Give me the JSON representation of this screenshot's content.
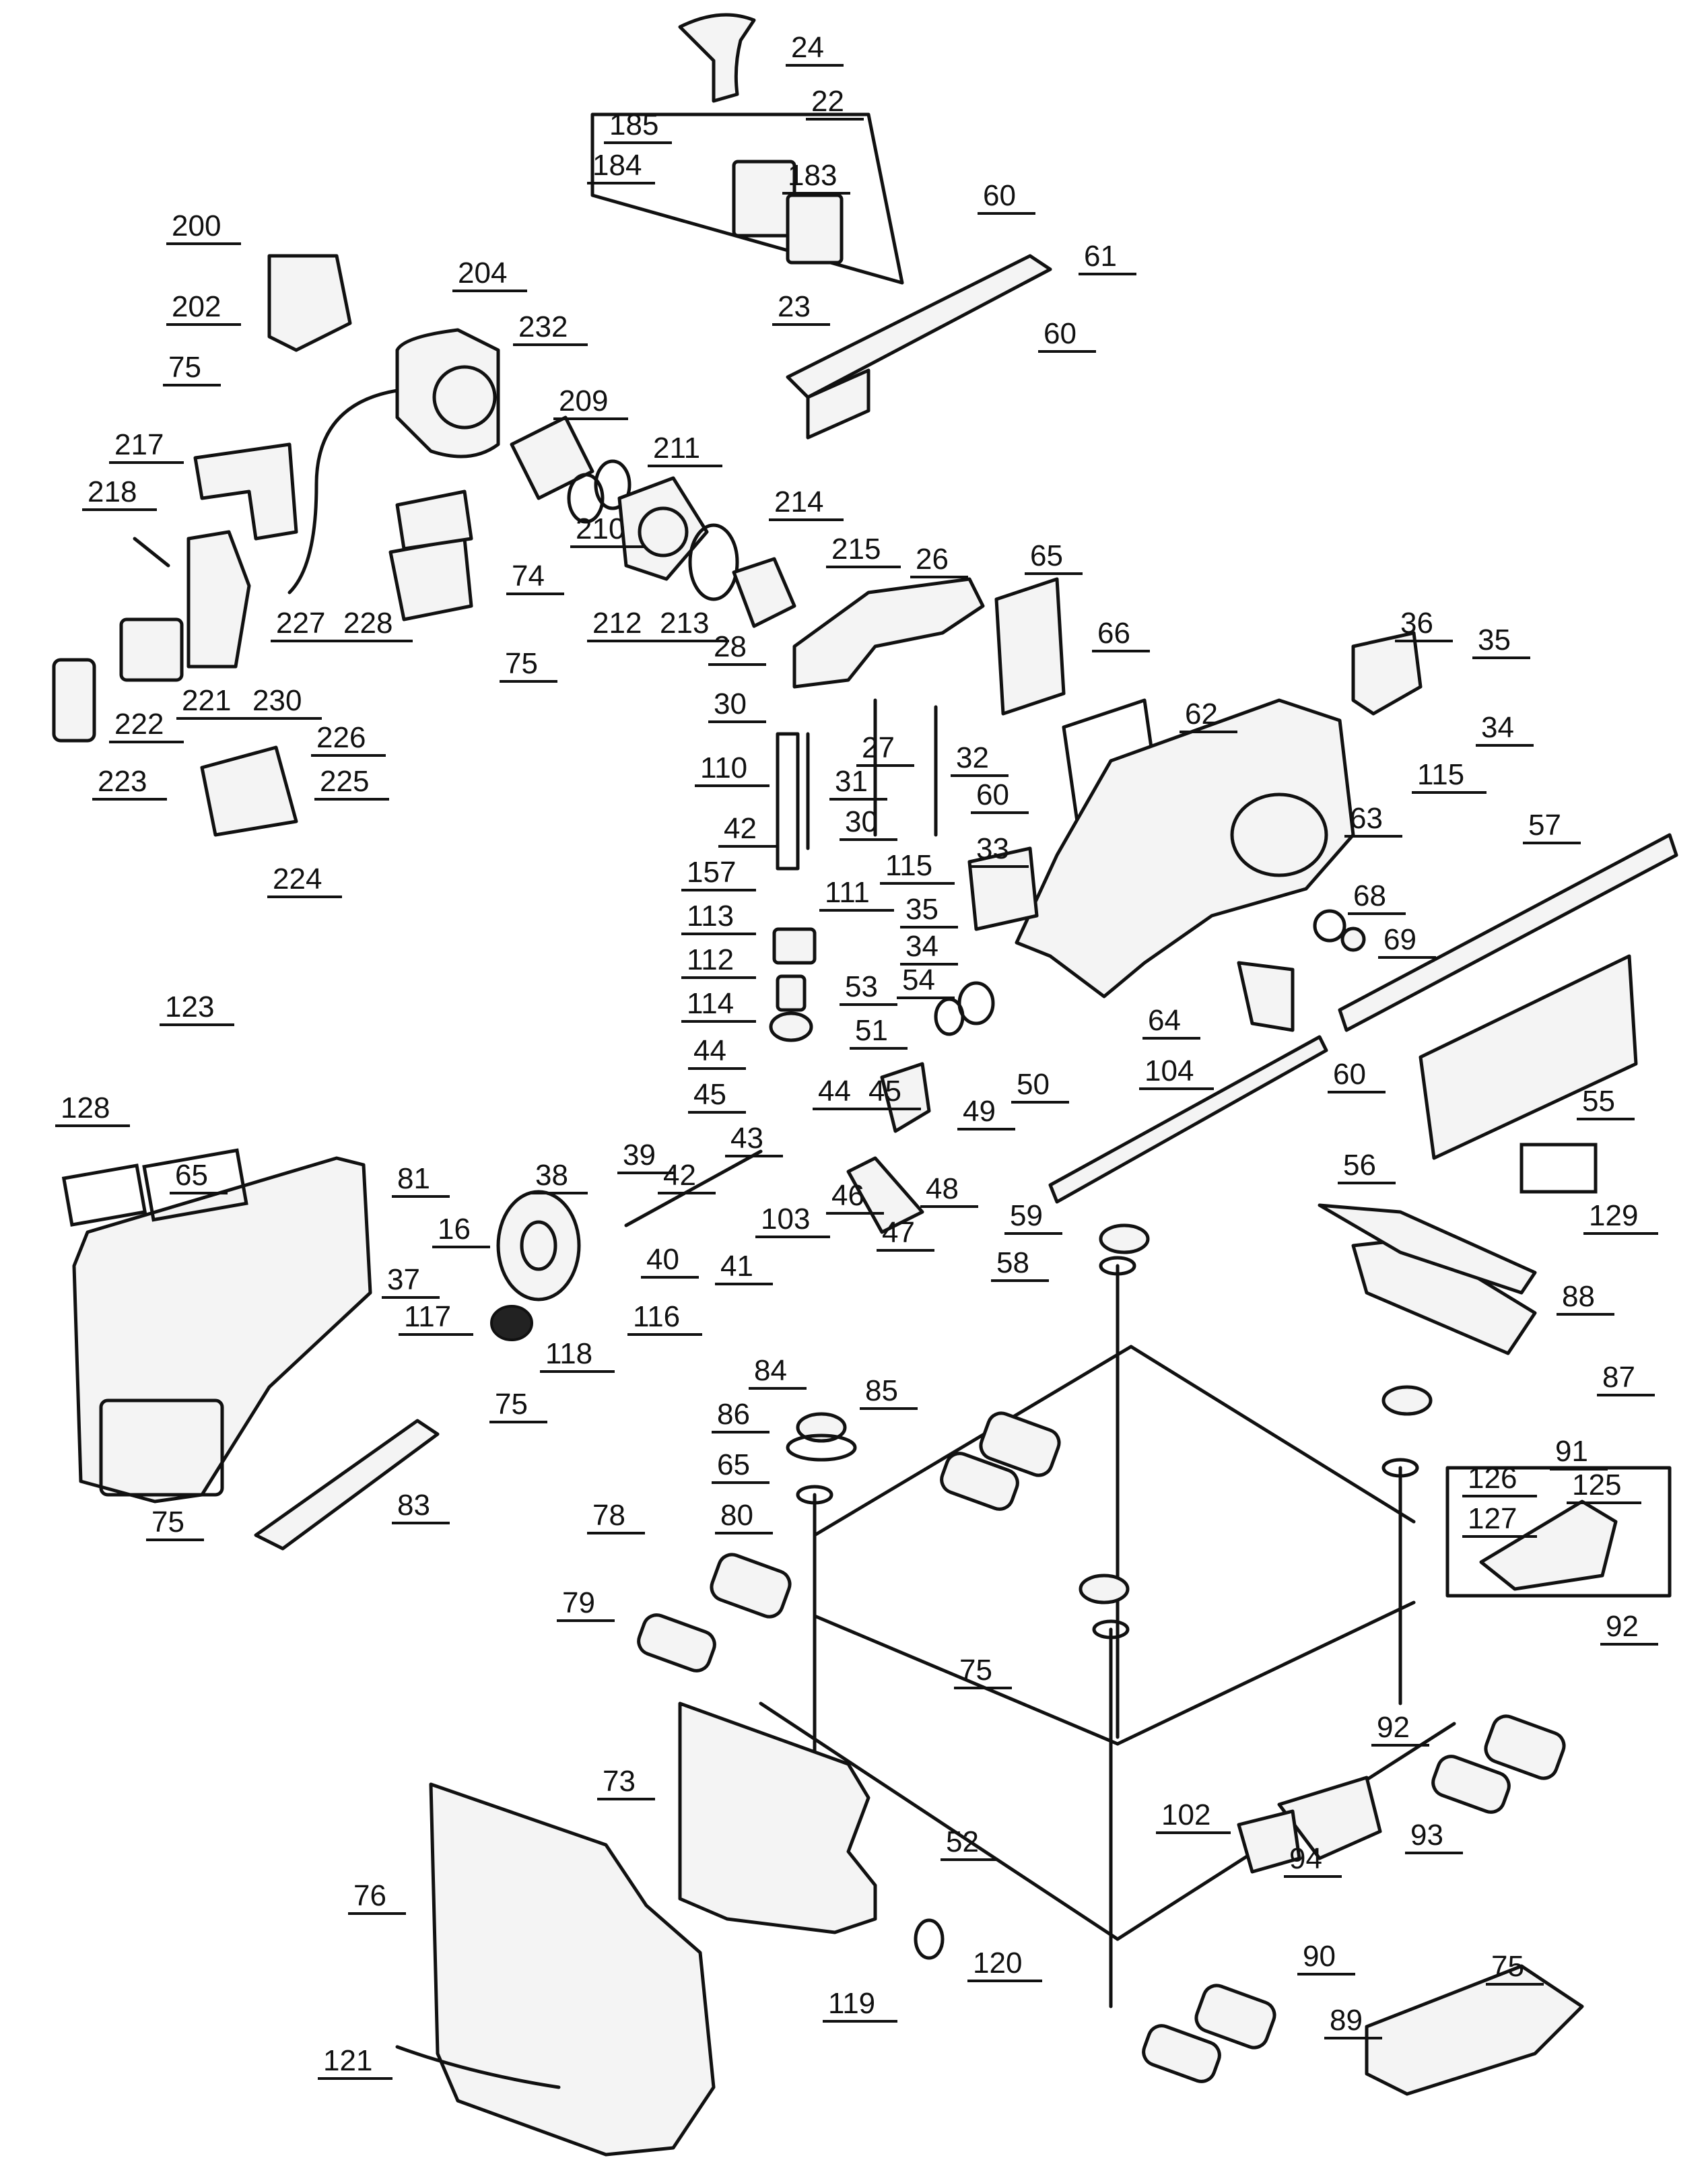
{
  "diagram": {
    "accent_color": "#111111",
    "callouts": [
      {
        "id": "24",
        "label": "24"
      },
      {
        "id": "22",
        "label": "22"
      },
      {
        "id": "185",
        "label": "185"
      },
      {
        "id": "184",
        "label": "184"
      },
      {
        "id": "183",
        "label": "183"
      },
      {
        "id": "60a",
        "label": "60"
      },
      {
        "id": "200",
        "label": "200"
      },
      {
        "id": "61",
        "label": "61"
      },
      {
        "id": "202",
        "label": "202"
      },
      {
        "id": "204",
        "label": "204"
      },
      {
        "id": "23",
        "label": "23"
      },
      {
        "id": "232",
        "label": "232"
      },
      {
        "id": "60b",
        "label": "60"
      },
      {
        "id": "75a",
        "label": "75"
      },
      {
        "id": "209",
        "label": "209"
      },
      {
        "id": "217",
        "label": "217"
      },
      {
        "id": "211",
        "label": "211"
      },
      {
        "id": "218",
        "label": "218"
      },
      {
        "id": "210",
        "label": "210"
      },
      {
        "id": "214",
        "label": "214"
      },
      {
        "id": "74",
        "label": "74"
      },
      {
        "id": "215",
        "label": "215"
      },
      {
        "id": "65a",
        "label": "65"
      },
      {
        "id": "26",
        "label": "26"
      },
      {
        "id": "227",
        "label": "227"
      },
      {
        "id": "228",
        "label": "228"
      },
      {
        "id": "212",
        "label": "212"
      },
      {
        "id": "213",
        "label": "213"
      },
      {
        "id": "66",
        "label": "66"
      },
      {
        "id": "36",
        "label": "36"
      },
      {
        "id": "35a",
        "label": "35"
      },
      {
        "id": "75b",
        "label": "75"
      },
      {
        "id": "28",
        "label": "28"
      },
      {
        "id": "221",
        "label": "221"
      },
      {
        "id": "230",
        "label": "230"
      },
      {
        "id": "222",
        "label": "222"
      },
      {
        "id": "30a",
        "label": "30"
      },
      {
        "id": "62",
        "label": "62"
      },
      {
        "id": "34a",
        "label": "34"
      },
      {
        "id": "226",
        "label": "226"
      },
      {
        "id": "27",
        "label": "27"
      },
      {
        "id": "115a",
        "label": "115"
      },
      {
        "id": "32",
        "label": "32"
      },
      {
        "id": "110",
        "label": "110"
      },
      {
        "id": "223",
        "label": "223"
      },
      {
        "id": "225",
        "label": "225"
      },
      {
        "id": "31",
        "label": "31"
      },
      {
        "id": "60c",
        "label": "60"
      },
      {
        "id": "30b",
        "label": "30"
      },
      {
        "id": "63",
        "label": "63"
      },
      {
        "id": "57",
        "label": "57"
      },
      {
        "id": "42a",
        "label": "42"
      },
      {
        "id": "224",
        "label": "224"
      },
      {
        "id": "33",
        "label": "33"
      },
      {
        "id": "157",
        "label": "157"
      },
      {
        "id": "115b",
        "label": "115"
      },
      {
        "id": "111",
        "label": "111"
      },
      {
        "id": "68",
        "label": "68"
      },
      {
        "id": "113",
        "label": "113"
      },
      {
        "id": "35b",
        "label": "35"
      },
      {
        "id": "69",
        "label": "69"
      },
      {
        "id": "34b",
        "label": "34"
      },
      {
        "id": "112",
        "label": "112"
      },
      {
        "id": "53",
        "label": "53"
      },
      {
        "id": "54",
        "label": "54"
      },
      {
        "id": "114",
        "label": "114"
      },
      {
        "id": "64",
        "label": "64"
      },
      {
        "id": "51",
        "label": "51"
      },
      {
        "id": "44a",
        "label": "44"
      },
      {
        "id": "123",
        "label": "123"
      },
      {
        "id": "104",
        "label": "104"
      },
      {
        "id": "60d",
        "label": "60"
      },
      {
        "id": "45a",
        "label": "45"
      },
      {
        "id": "44b",
        "label": "44"
      },
      {
        "id": "45b",
        "label": "45"
      },
      {
        "id": "50",
        "label": "50"
      },
      {
        "id": "55",
        "label": "55"
      },
      {
        "id": "49",
        "label": "49"
      },
      {
        "id": "43",
        "label": "43"
      },
      {
        "id": "128",
        "label": "128"
      },
      {
        "id": "39",
        "label": "39"
      },
      {
        "id": "42b",
        "label": "42"
      },
      {
        "id": "56",
        "label": "56"
      },
      {
        "id": "48",
        "label": "48"
      },
      {
        "id": "65b",
        "label": "65"
      },
      {
        "id": "81",
        "label": "81"
      },
      {
        "id": "46",
        "label": "46"
      },
      {
        "id": "38",
        "label": "38"
      },
      {
        "id": "103",
        "label": "103"
      },
      {
        "id": "59",
        "label": "59"
      },
      {
        "id": "47",
        "label": "47"
      },
      {
        "id": "129",
        "label": "129"
      },
      {
        "id": "16",
        "label": "16"
      },
      {
        "id": "40",
        "label": "40"
      },
      {
        "id": "41",
        "label": "41"
      },
      {
        "id": "58",
        "label": "58"
      },
      {
        "id": "37",
        "label": "37"
      },
      {
        "id": "116",
        "label": "116"
      },
      {
        "id": "88",
        "label": "88"
      },
      {
        "id": "117",
        "label": "117"
      },
      {
        "id": "118",
        "label": "118"
      },
      {
        "id": "87",
        "label": "87"
      },
      {
        "id": "84",
        "label": "84"
      },
      {
        "id": "85",
        "label": "85"
      },
      {
        "id": "75c",
        "label": "75"
      },
      {
        "id": "86",
        "label": "86"
      },
      {
        "id": "91",
        "label": "91"
      },
      {
        "id": "65c",
        "label": "65"
      },
      {
        "id": "126",
        "label": "126"
      },
      {
        "id": "125",
        "label": "125"
      },
      {
        "id": "127",
        "label": "127"
      },
      {
        "id": "83",
        "label": "83"
      },
      {
        "id": "75d",
        "label": "75"
      },
      {
        "id": "78",
        "label": "78"
      },
      {
        "id": "80",
        "label": "80"
      },
      {
        "id": "92a",
        "label": "92"
      },
      {
        "id": "79",
        "label": "79"
      },
      {
        "id": "75e",
        "label": "75"
      },
      {
        "id": "92b",
        "label": "92"
      },
      {
        "id": "73",
        "label": "73"
      },
      {
        "id": "102",
        "label": "102"
      },
      {
        "id": "52",
        "label": "52"
      },
      {
        "id": "93",
        "label": "93"
      },
      {
        "id": "94",
        "label": "94"
      },
      {
        "id": "76",
        "label": "76"
      },
      {
        "id": "120",
        "label": "120"
      },
      {
        "id": "90",
        "label": "90"
      },
      {
        "id": "75f",
        "label": "75"
      },
      {
        "id": "119",
        "label": "119"
      },
      {
        "id": "89",
        "label": "89"
      },
      {
        "id": "121",
        "label": "121"
      }
    ]
  }
}
